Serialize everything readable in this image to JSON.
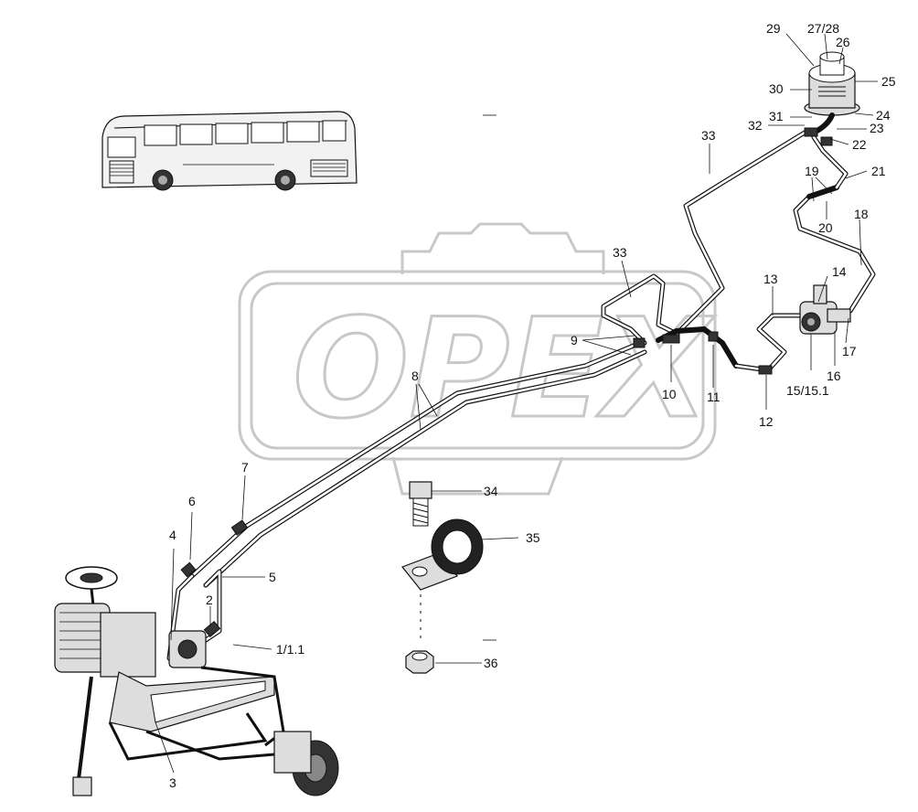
{
  "watermark": {
    "text": "OPEX"
  },
  "labels": [
    {
      "id": "1",
      "text": "1/1.1"
    },
    {
      "id": "2",
      "text": "2"
    },
    {
      "id": "3",
      "text": "3"
    },
    {
      "id": "4",
      "text": "4"
    },
    {
      "id": "5",
      "text": "5"
    },
    {
      "id": "6",
      "text": "6"
    },
    {
      "id": "7",
      "text": "7"
    },
    {
      "id": "8",
      "text": "8"
    },
    {
      "id": "9",
      "text": "9"
    },
    {
      "id": "10",
      "text": "10"
    },
    {
      "id": "11",
      "text": "11"
    },
    {
      "id": "12",
      "text": "12"
    },
    {
      "id": "13",
      "text": "13"
    },
    {
      "id": "14",
      "text": "14"
    },
    {
      "id": "15",
      "text": "15/15.1"
    },
    {
      "id": "16",
      "text": "16"
    },
    {
      "id": "17",
      "text": "17"
    },
    {
      "id": "18",
      "text": "18"
    },
    {
      "id": "19",
      "text": "19"
    },
    {
      "id": "20",
      "text": "20"
    },
    {
      "id": "21",
      "text": "21"
    },
    {
      "id": "22",
      "text": "22"
    },
    {
      "id": "23",
      "text": "23"
    },
    {
      "id": "24",
      "text": "24"
    },
    {
      "id": "25",
      "text": "25"
    },
    {
      "id": "26",
      "text": "26"
    },
    {
      "id": "27",
      "text": "27/28"
    },
    {
      "id": "29",
      "text": "29"
    },
    {
      "id": "30",
      "text": "30"
    },
    {
      "id": "31",
      "text": "31"
    },
    {
      "id": "32",
      "text": "32"
    },
    {
      "id": "33a",
      "text": "33"
    },
    {
      "id": "33b",
      "text": "33"
    },
    {
      "id": "34",
      "text": "34"
    },
    {
      "id": "35",
      "text": "35"
    },
    {
      "id": "36",
      "text": "36"
    }
  ]
}
